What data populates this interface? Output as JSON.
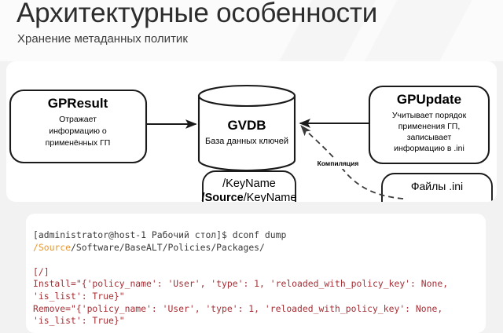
{
  "header": {
    "title": "Архитектурные особенности",
    "subtitle": "Хранение метаданных политик"
  },
  "diagram": {
    "nodes": {
      "gpresult": {
        "title": "GPResult",
        "desc_lines": [
          "Отражает",
          "информацию о",
          "применённых ГП"
        ]
      },
      "gvdb": {
        "title": "GVDB",
        "desc": "База данных ключей"
      },
      "gpupdate": {
        "title": "GPUpdate",
        "desc_lines": [
          "Учитывает порядок",
          "применения ГП,",
          "записывает",
          "информацию в .ini"
        ]
      },
      "keyname": {
        "line1": "/KeyName",
        "line2_bold": "/Source",
        "line2_rest": "/KeyName"
      },
      "ini_files": {
        "label": "Файлы .ini"
      }
    },
    "edges": {
      "compilation_label": "Компиляция"
    }
  },
  "terminal": {
    "lines": [
      {
        "type": "prompt",
        "segments": [
          {
            "style": "plain",
            "text": "[administrator@host-1 Рабочий стол]$ dconf dump "
          },
          {
            "style": "path",
            "text": "/Source"
          },
          {
            "style": "plain",
            "text": "/Software/BaseALT/Policies/Packages/"
          }
        ]
      },
      {
        "type": "blank",
        "segments": []
      },
      {
        "type": "output",
        "segments": [
          {
            "style": "code",
            "text": "[/]"
          }
        ]
      },
      {
        "type": "output",
        "segments": [
          {
            "style": "code",
            "text": "Install=\"{'policy_name': 'User', 'type': 1, 'reloaded_with_policy_key': None, 'is_list': True}\""
          }
        ]
      },
      {
        "type": "output",
        "segments": [
          {
            "style": "code",
            "text": "Remove=\"{'policy_name': 'User', 'type': 1, 'reloaded_with_policy_key': None, 'is_list': True}\""
          }
        ]
      }
    ]
  },
  "colors": {
    "page_background": "#f2f2f3",
    "header_background": "#fbfbfb",
    "card_background": "#ffffff",
    "title_text": "#2d2d2d",
    "stroke": "#1a1a1a",
    "terminal_plain": "#3a3a3a",
    "terminal_path": "#e8962f",
    "terminal_code": "#a62f35"
  }
}
